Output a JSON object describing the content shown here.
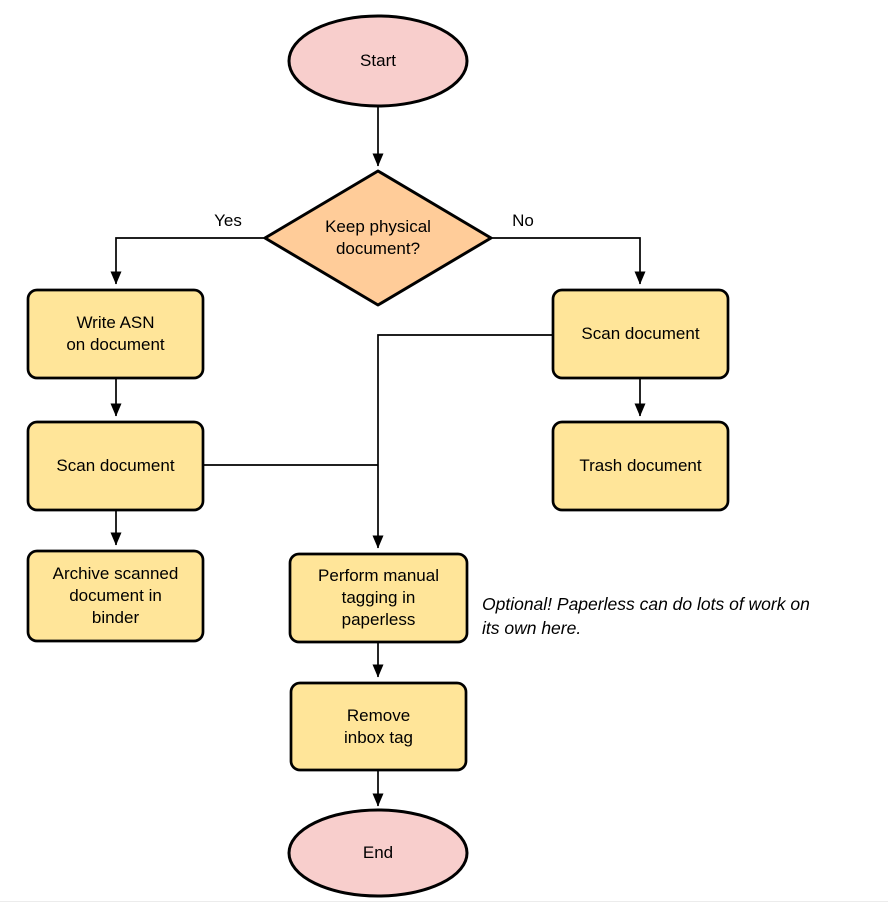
{
  "diagram": {
    "nodes": {
      "start": {
        "label": "Start",
        "type": "terminal"
      },
      "decision": {
        "label": "Keep physical\ndocument?",
        "type": "decision"
      },
      "write_asn": {
        "label": "Write ASN\non document",
        "type": "process"
      },
      "scan_left": {
        "label": "Scan document",
        "type": "process"
      },
      "archive": {
        "label": "Archive scanned\ndocument in\nbinder",
        "type": "process"
      },
      "scan_right": {
        "label": "Scan document",
        "type": "process"
      },
      "trash": {
        "label": "Trash document",
        "type": "process"
      },
      "tagging": {
        "label": "Perform manual\ntagging in\npaperless",
        "type": "process"
      },
      "remove_inbox": {
        "label": "Remove\ninbox tag",
        "type": "process"
      },
      "end": {
        "label": "End",
        "type": "terminal"
      }
    },
    "edge_labels": {
      "yes": "Yes",
      "no": "No"
    },
    "note": "Optional! Paperless can do lots of work on\nits own here.",
    "colors": {
      "terminal_fill": "#F8CECC",
      "decision_fill": "#FFCC99",
      "process_fill": "#FFE599",
      "stroke": "#000000",
      "background": "#FFFFFF"
    }
  }
}
